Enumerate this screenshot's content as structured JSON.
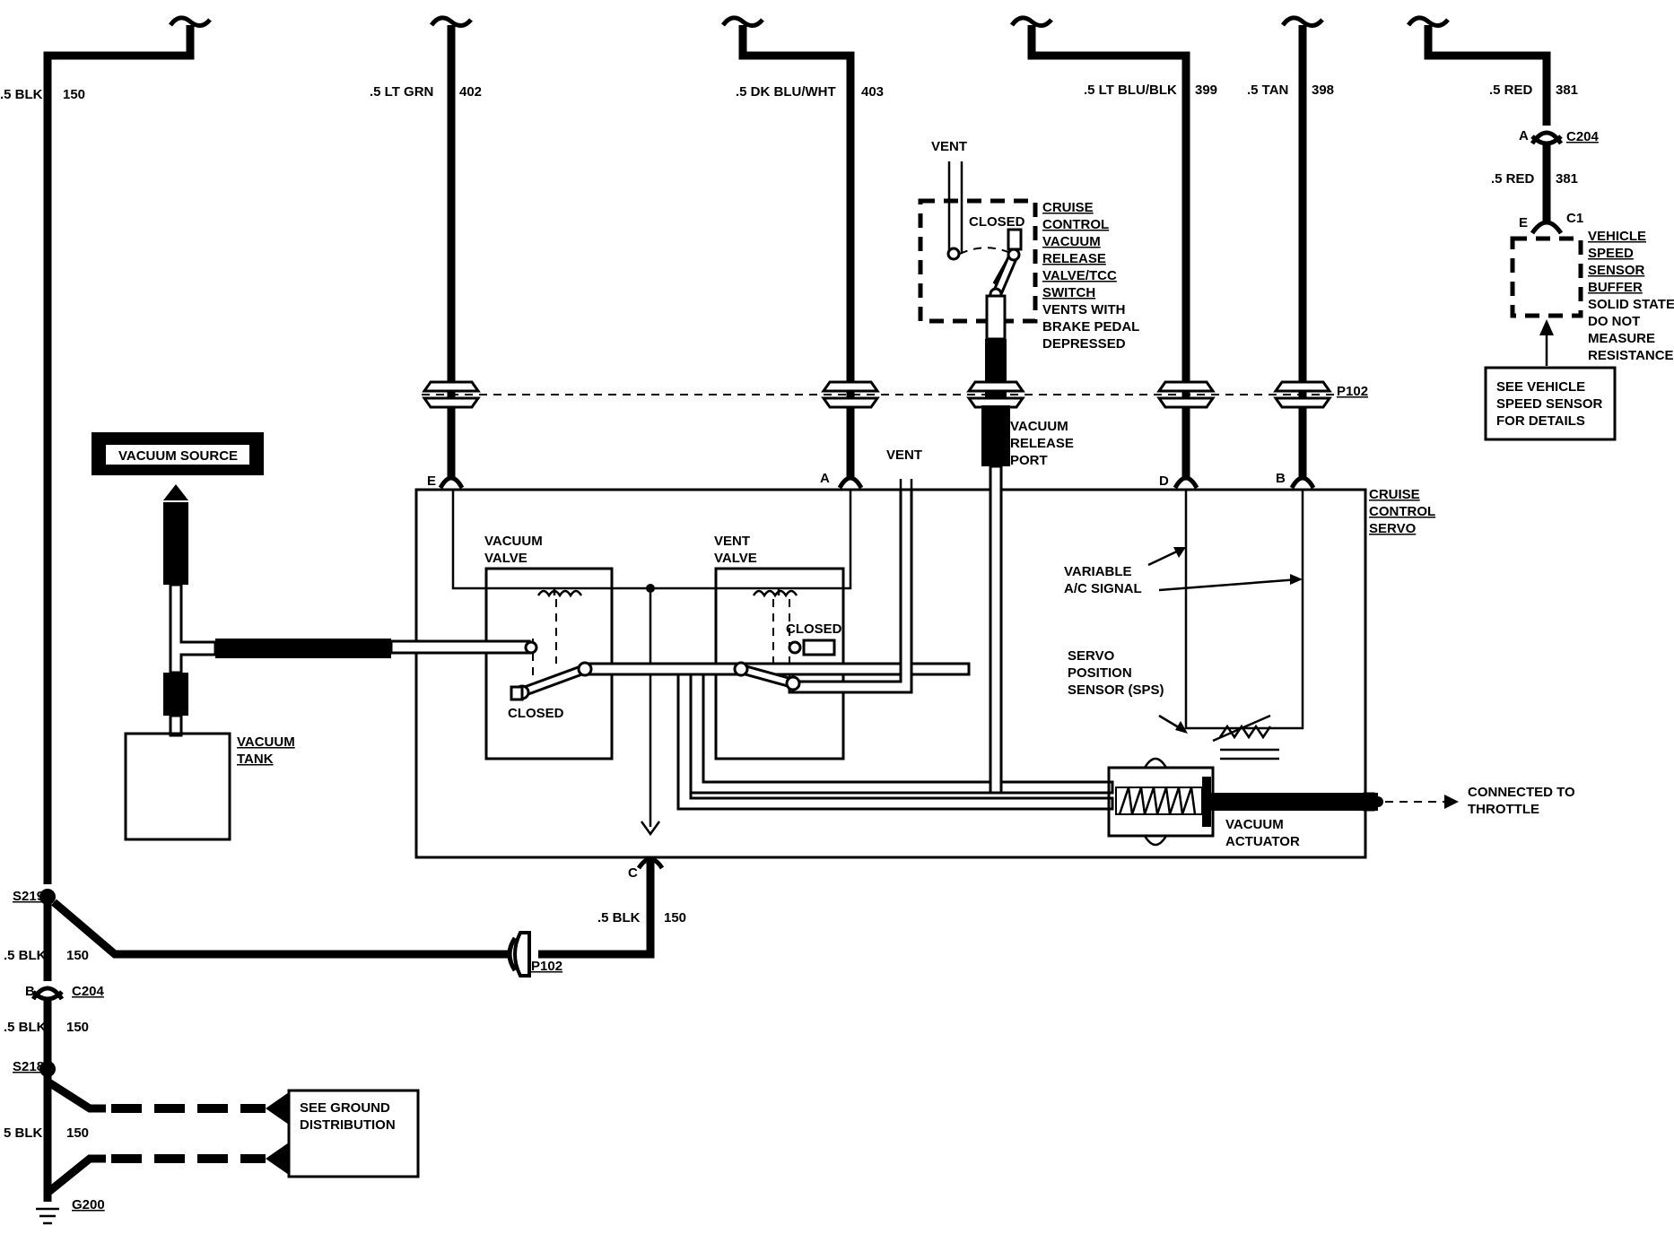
{
  "wires": {
    "w150_top": {
      "size": ".5 BLK",
      "circuit": "150"
    },
    "w402": {
      "size": ".5  LT GRN",
      "circuit": "402"
    },
    "w403": {
      "size": ".5 DK BLU/WHT",
      "circuit": "403"
    },
    "w399": {
      "size": ".5 LT BLU/BLK",
      "circuit": "399"
    },
    "w398": {
      "size": ".5 TAN",
      "circuit": "398"
    },
    "w381_top": {
      "size": ".5 RED",
      "circuit": "381"
    },
    "w381_mid": {
      "size": ".5 RED",
      "circuit": "381"
    },
    "w150_servo": {
      "size": ".5 BLK",
      "circuit": "150"
    },
    "w150_s219": {
      "size": ".5 BLK",
      "circuit": "150"
    },
    "w150_c204": {
      "size": ".5 BLK",
      "circuit": "150"
    },
    "w150_s218": {
      "size": "5 BLK",
      "circuit": "150"
    }
  },
  "connectors": {
    "c204": "C204",
    "c1": "C1",
    "p102": "P102",
    "s219": "S219",
    "s218": "S218",
    "g200": "G200",
    "pins": {
      "a": "A",
      "b": "B",
      "c": "C",
      "d": "D",
      "e": "E"
    }
  },
  "labels": {
    "vent_top": "VENT",
    "closed_switch": "CLOSED",
    "switch_name": [
      "CRUISE",
      "CONTROL",
      "VACUUM",
      "RELEASE",
      "VALVE/TCC",
      "SWITCH"
    ],
    "switch_note": [
      "VENTS WITH",
      "BRAKE PEDAL",
      "DEPRESSED"
    ],
    "vss_name": [
      "VEHICLE",
      "SPEED",
      "SENSOR",
      "BUFFER"
    ],
    "vss_note": [
      "SOLID STATE",
      "DO NOT",
      "MEASURE",
      "RESISTANCE"
    ],
    "vss_details": [
      "SEE VEHICLE",
      "SPEED SENSOR",
      "FOR DETAILS"
    ],
    "vacuum_source": "VACUUM SOURCE",
    "vacuum_tank": [
      "VACUUM",
      "TANK"
    ],
    "vacuum_release_port": [
      "VACUUM",
      "RELEASE",
      "PORT"
    ],
    "vent_servo": "VENT",
    "servo_name": [
      "CRUISE",
      "CONTROL",
      "SERVO"
    ],
    "vacuum_valve": [
      "VACUUM",
      "VALVE"
    ],
    "vent_valve": [
      "VENT",
      "VALVE"
    ],
    "closed_vent_valve": "CLOSED",
    "closed_vacuum_valve": "CLOSED",
    "variable_signal": [
      "VARIABLE",
      "A/C SIGNAL"
    ],
    "sps": [
      "SERVO",
      "POSITION",
      "SENSOR (SPS)"
    ],
    "vacuum_actuator": [
      "VACUUM",
      "ACTUATOR"
    ],
    "throttle": [
      "CONNECTED TO",
      "THROTTLE"
    ],
    "ground_dist": [
      "SEE GROUND",
      "DISTRIBUTION"
    ]
  }
}
